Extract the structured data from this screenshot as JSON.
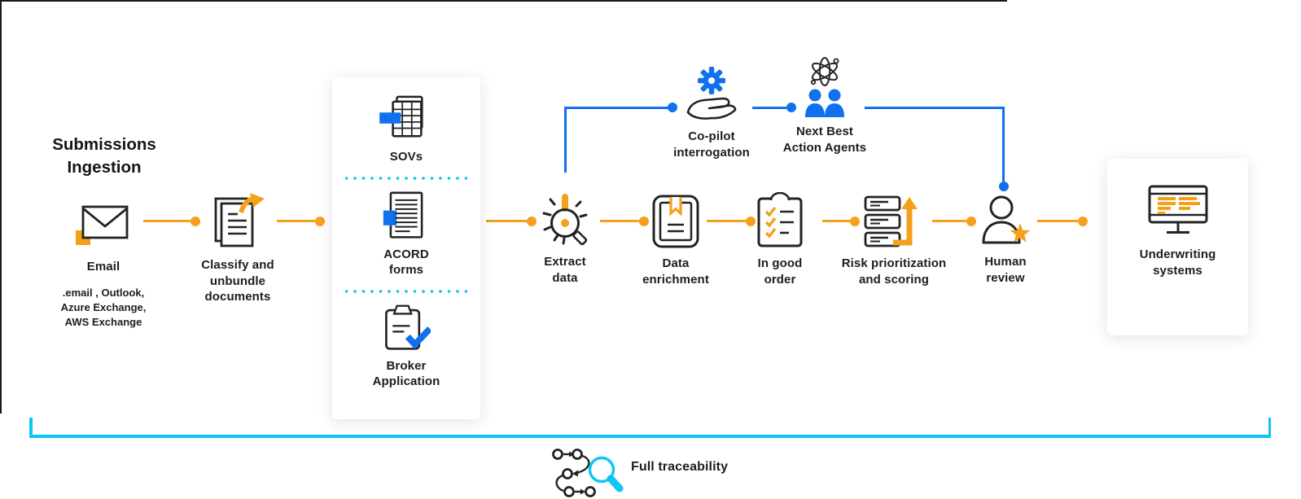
{
  "title": {
    "text": "Submissions\nIngestion"
  },
  "flow": {
    "email": {
      "label": "Email",
      "note": ".email , Outlook,\nAzure Exchange,\nAWS Exchange"
    },
    "classify": {
      "label": "Classify and\nunbundle\ndocuments"
    },
    "documents_panel": {
      "sovs": {
        "label": "SOVs"
      },
      "acord": {
        "label": "ACORD\nforms"
      },
      "broker": {
        "label": "Broker\nApplication"
      }
    },
    "extract": {
      "label": "Extract\ndata"
    },
    "enrichment": {
      "label": "Data\nenrichment"
    },
    "in_good_order": {
      "label": "In good\norder"
    },
    "risk": {
      "label": "Risk prioritization\nand scoring"
    },
    "human": {
      "label": "Human\nreview"
    },
    "underwriting": {
      "label": "Underwriting\nsystems"
    }
  },
  "copilot_branch": {
    "copilot": {
      "label": "Co-pilot\ninterrogation"
    },
    "next_best": {
      "label": "Next Best\nAction Agents"
    }
  },
  "footer": {
    "traceability": {
      "label": "Full traceability"
    }
  },
  "colors": {
    "orange": "#F5A01B",
    "blue": "#1170EE",
    "cyan": "#0DC6F5",
    "ink": "#1D1D1B"
  }
}
